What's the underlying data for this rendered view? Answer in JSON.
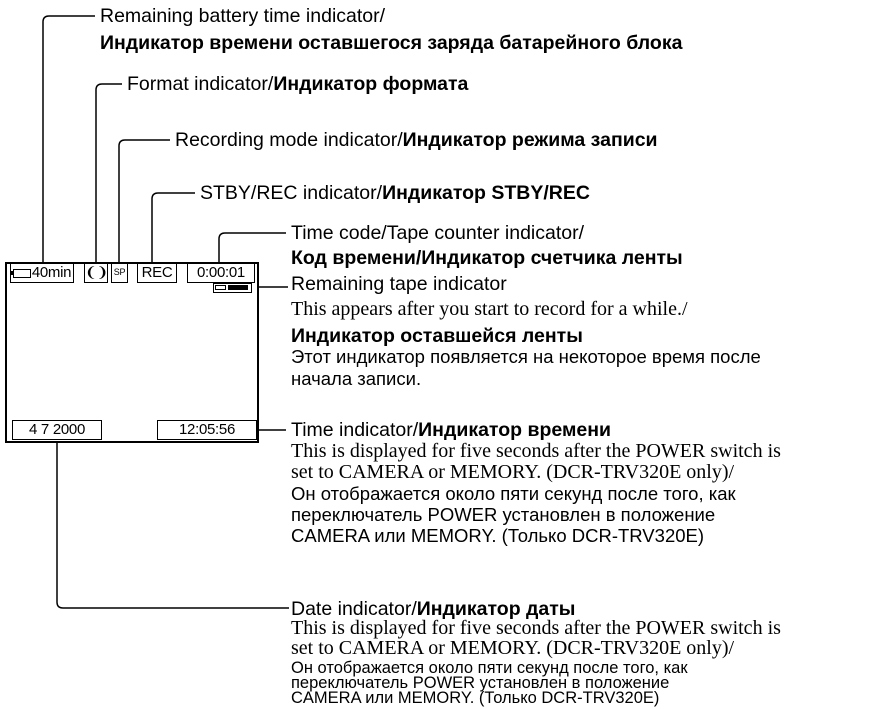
{
  "screen": {
    "battery": "40min",
    "format_icon": "❨❩",
    "mode": "SP",
    "rec": "REC",
    "timecode": "0:00:01",
    "date": "4 7 2000",
    "time": "12:05:56"
  },
  "labels": {
    "battery": {
      "en": "Remaining battery time indicator/",
      "ru": "Индикатор времени оставшегося заряда батарейного блока"
    },
    "format": {
      "en": "Format indicator/",
      "ru": "Индикатор формата"
    },
    "mode": {
      "en": "Recording mode indicator/",
      "ru": "Индикатор режима записи"
    },
    "stby": {
      "en": "STBY/REC indicator/",
      "ru": "Индикатор STBY/REC"
    },
    "timecode": {
      "en": "Time code/Tape counter indicator/",
      "ru": "Код времени/Индикатор счетчика ленты"
    },
    "tape": {
      "en": "Remaining tape indicator",
      "en_desc": "This appears after you start to record for a while./",
      "ru": "Индикатор оставшейся ленты",
      "ru_desc_1": "Этот индикатор появляется на некоторое время после",
      "ru_desc_2": "начала записи."
    },
    "time": {
      "en": "Time indicator/",
      "ru": "Индикатор времени",
      "en_desc_1": "This is displayed for five seconds after the POWER switch is",
      "en_desc_2": "set to CAMERA or MEMORY. (DCR-TRV320E only)/",
      "ru_desc_1": "Он отображается около пяти секунд после того, как",
      "ru_desc_2": "переключатель POWER установлен в положение",
      "ru_desc_3": "CAMERA или MEMORY. (Только DCR-TRV320E)"
    },
    "date": {
      "en": "Date indicator/",
      "ru": "Индикатор даты",
      "en_desc_1": "This is displayed for five seconds after the POWER switch is",
      "en_desc_2": "set to CAMERA or MEMORY. (DCR-TRV320E only)/",
      "ru_desc_1": "Он отображается около пяти секунд после того, как",
      "ru_desc_2": "переключатель POWER установлен в положение",
      "ru_desc_3": "CAMERA или MEMORY. (Только DCR-TRV320E)"
    }
  }
}
